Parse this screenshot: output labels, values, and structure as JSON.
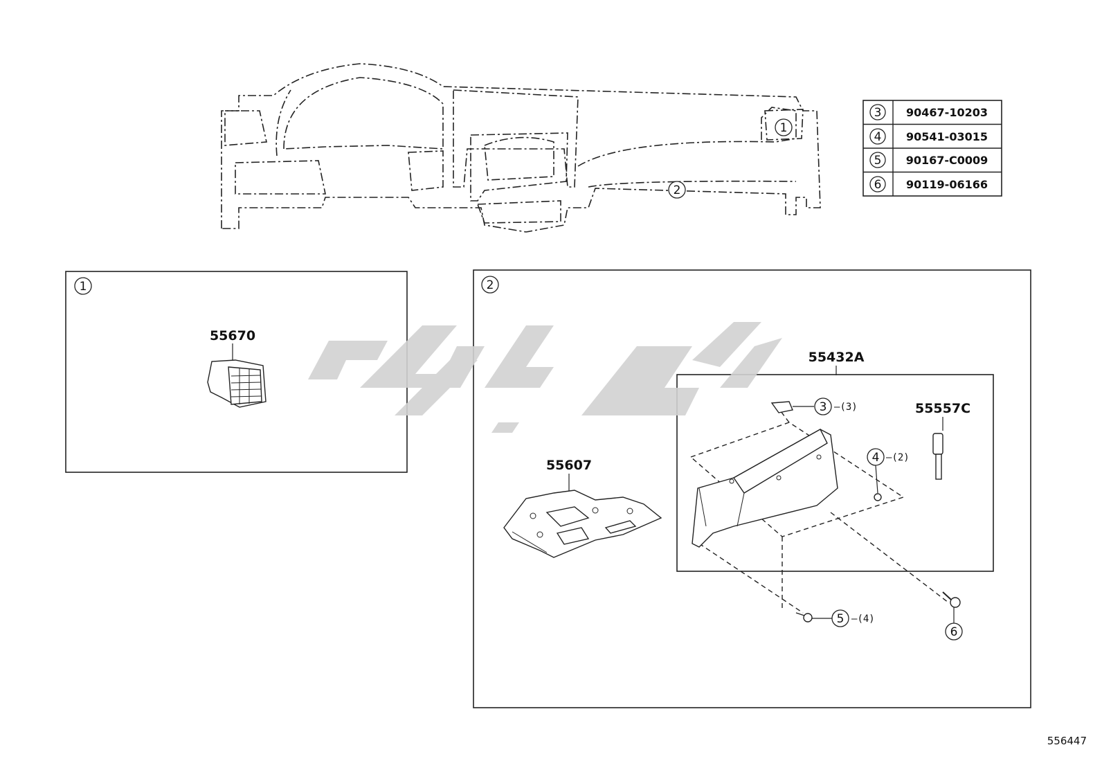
{
  "overview": {
    "area1_callout": "1",
    "area2_callout": "2"
  },
  "parts_table": [
    {
      "ref": "3",
      "part_no": "90467-10203"
    },
    {
      "ref": "4",
      "part_no": "90541-03015"
    },
    {
      "ref": "5",
      "part_no": "90167-C0009"
    },
    {
      "ref": "6",
      "part_no": "90119-06166"
    }
  ],
  "panel1": {
    "tag": "1",
    "part_label": "55670"
  },
  "panel2": {
    "tag": "2",
    "undercover_label": "55607",
    "glovebox_label": "55432A",
    "pin_label": "55557C",
    "callout3": {
      "ref": "3",
      "qty": "(3)"
    },
    "callout4": {
      "ref": "4",
      "qty": "(2)"
    },
    "callout5": {
      "ref": "5",
      "qty": "(4)"
    },
    "callout6": {
      "ref": "6"
    }
  },
  "diagram_id": "556447"
}
